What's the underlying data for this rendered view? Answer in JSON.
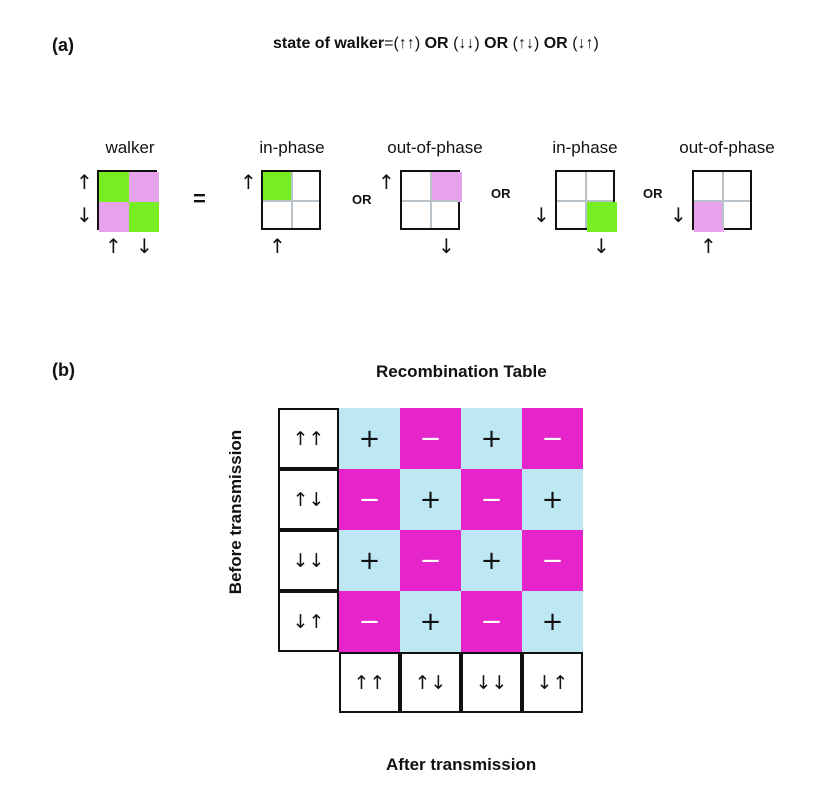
{
  "panel_a": {
    "label": "(a)",
    "title_prefix": "state of walker",
    "title_equals": "=",
    "title_state1": "(↑↑)",
    "or": "OR",
    "title_state2": "(↓↓)",
    "title_state3": "(↑↓)",
    "title_state4": "(↓↑)",
    "equals_sign": "=",
    "up": "↑",
    "down": "↓",
    "walker_label": "walker",
    "squares": [
      {
        "label": "in-phase"
      },
      {
        "label": "out-of-phase"
      },
      {
        "label": "in-phase"
      },
      {
        "label": "out-of-phase"
      }
    ]
  },
  "panel_b": {
    "label": "(b)",
    "title": "Recombination Table",
    "row_axis": "Before transmission",
    "col_axis": "After transmission",
    "row_headers": [
      "↑↑",
      "↑↓",
      "↓↓",
      "↓↑"
    ],
    "col_headers": [
      "↑↑",
      "↑↓",
      "↓↓",
      "↓↑"
    ],
    "cells": [
      [
        "+",
        "−",
        "+",
        "−"
      ],
      [
        "−",
        "+",
        "−",
        "+"
      ],
      [
        "+",
        "−",
        "+",
        "−"
      ],
      [
        "−",
        "+",
        "−",
        "+"
      ]
    ]
  },
  "colors": {
    "green": "#77ee22",
    "pink": "#e7a2ec",
    "magenta": "#e524cc",
    "lightblue": "#bde7f3",
    "grid": "#b9c2c8"
  }
}
